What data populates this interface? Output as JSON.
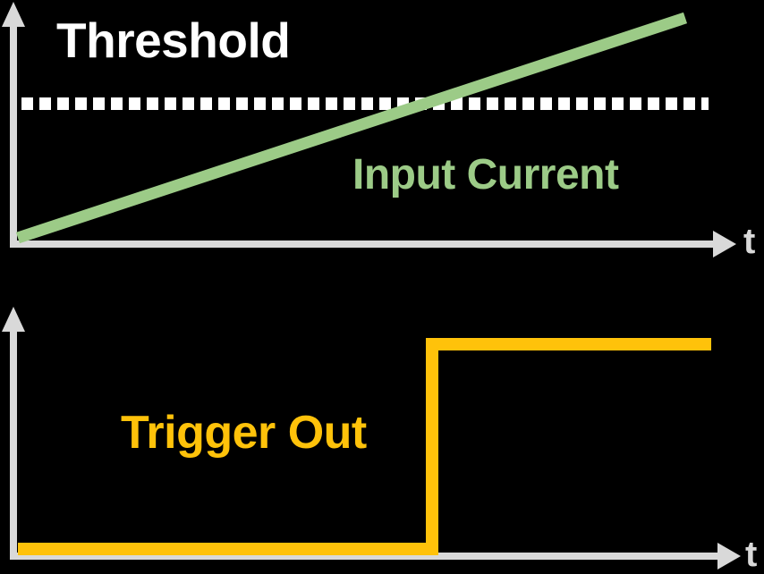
{
  "figure": {
    "background_color": "#000000",
    "axis_color": "#D9D9D9",
    "panels": [
      {
        "id": "input-panel",
        "title": "Input Current",
        "x_axis_label": "t",
        "annotation": "Threshold"
      },
      {
        "id": "output-panel",
        "title": "Trigger Out",
        "x_axis_label": "t"
      }
    ]
  },
  "labels": {
    "threshold": "Threshold",
    "input_current": "Input Current",
    "trigger_out": "Trigger Out",
    "t_axis_top": "t",
    "t_axis_bottom": "t"
  },
  "colors": {
    "threshold_line": "#FFFFFF",
    "input_current": "#9CCB87",
    "trigger_out": "#FFC20A",
    "axis": "#D9D9D9",
    "background": "#000000"
  },
  "chart_data": {
    "type": "line",
    "title": "Integrate-and-fire threshold trigger",
    "xlabel": "t",
    "ylabel": "",
    "grid": false,
    "legend": "inline-annotations",
    "panels": [
      {
        "name": "Input Current",
        "color": "#9CCB87",
        "xlim": [
          0,
          1
        ],
        "ylim": [
          0,
          1
        ],
        "series": [
          {
            "name": "Input Current",
            "style": "solid",
            "color": "#9CCB87",
            "x": [
              0.0,
              1.0
            ],
            "values": [
              0.03,
              1.0
            ],
            "description": "linearly increasing ramp crossing the threshold"
          },
          {
            "name": "Threshold",
            "style": "dotted",
            "color": "#FFFFFF",
            "x": [
              0.0,
              1.0
            ],
            "values": [
              0.62,
              0.62
            ],
            "description": "horizontal dotted threshold level"
          }
        ],
        "annotations": [
          {
            "text": "Threshold",
            "x": 0.08,
            "y": 0.88,
            "color": "#FFFFFF"
          },
          {
            "text": "Input Current",
            "x": 0.48,
            "y": 0.36,
            "color": "#9CCB87"
          }
        ]
      },
      {
        "name": "Trigger Out",
        "color": "#FFC20A",
        "xlim": [
          0,
          1
        ],
        "ylim": [
          0,
          1
        ],
        "series": [
          {
            "name": "Trigger Out",
            "style": "step",
            "color": "#FFC20A",
            "x": [
              0.0,
              0.59,
              0.59,
              0.99
            ],
            "values": [
              0.02,
              0.02,
              0.84,
              0.84
            ],
            "description": "step rises to high when input current crosses threshold"
          }
        ],
        "annotations": [
          {
            "text": "Trigger Out",
            "x": 0.17,
            "y": 0.45,
            "color": "#FFC20A"
          }
        ]
      }
    ]
  }
}
